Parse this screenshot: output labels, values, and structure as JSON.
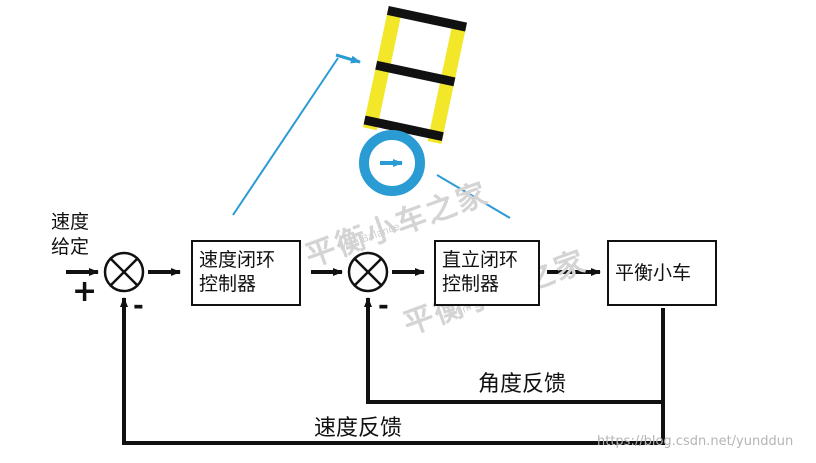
{
  "input": {
    "line1": "速度",
    "line2": "给定",
    "plus": "+"
  },
  "blocks": {
    "speed_controller": {
      "line1": "速度闭环",
      "line2": "控制器"
    },
    "upright_controller": {
      "line1": "直立闭环",
      "line2": "控制器"
    },
    "plant": "平衡小车"
  },
  "signs": {
    "minus1": "-",
    "minus2": "-"
  },
  "feedback": {
    "angle": "角度反馈",
    "speed": "速度反馈"
  },
  "watermark": {
    "text1": "平衡小车之家",
    "sub1": "Mini Balance",
    "text2": "平衡小车之家",
    "sub2": "Mini Balance"
  },
  "credit": "https://blog.csdn.net/yunddun",
  "colors": {
    "line": "#111111",
    "accent_blue": "#2b9bd4",
    "robot_body": "#f2e829",
    "robot_bars": "#111111"
  }
}
